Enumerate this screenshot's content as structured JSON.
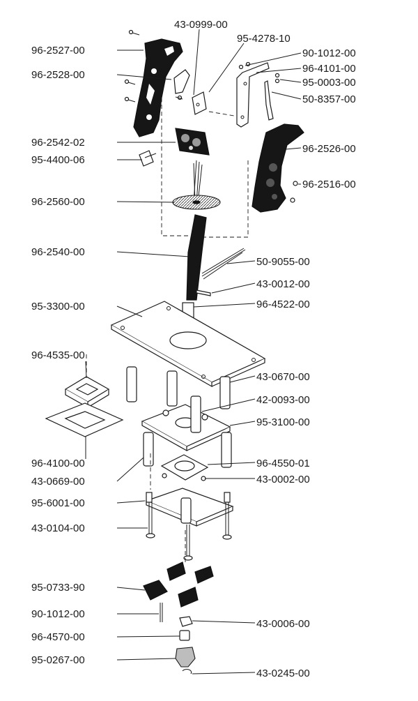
{
  "parts": [
    {
      "id": "p1",
      "label": "43-0999-00"
    },
    {
      "id": "p2",
      "label": "95-4278-10"
    },
    {
      "id": "p3",
      "label": "96-2527-00"
    },
    {
      "id": "p4",
      "label": "90-1012-00"
    },
    {
      "id": "p5",
      "label": "96-4101-00"
    },
    {
      "id": "p6",
      "label": "96-2528-00"
    },
    {
      "id": "p7",
      "label": "95-0003-00"
    },
    {
      "id": "p8",
      "label": "50-8357-00"
    },
    {
      "id": "p9",
      "label": "96-2542-02"
    },
    {
      "id": "p10",
      "label": "96-2526-00"
    },
    {
      "id": "p11",
      "label": "95-4400-06"
    },
    {
      "id": "p12",
      "label": "96-2516-00"
    },
    {
      "id": "p13",
      "label": "96-2560-00"
    },
    {
      "id": "p14",
      "label": "96-2540-00"
    },
    {
      "id": "p15",
      "label": "50-9055-00"
    },
    {
      "id": "p16",
      "label": "43-0012-00"
    },
    {
      "id": "p17",
      "label": "95-3300-00"
    },
    {
      "id": "p18",
      "label": "96-4522-00"
    },
    {
      "id": "p19",
      "label": "96-4535-00"
    },
    {
      "id": "p20",
      "label": "43-0670-00"
    },
    {
      "id": "p21",
      "label": "42-0093-00"
    },
    {
      "id": "p22",
      "label": "95-3100-00"
    },
    {
      "id": "p23",
      "label": "96-4100-00"
    },
    {
      "id": "p24",
      "label": "96-4550-01"
    },
    {
      "id": "p25",
      "label": "43-0669-00"
    },
    {
      "id": "p26",
      "label": "43-0002-00"
    },
    {
      "id": "p27",
      "label": "95-6001-00"
    },
    {
      "id": "p28",
      "label": "43-0104-00"
    },
    {
      "id": "p29",
      "label": "95-0733-90"
    },
    {
      "id": "p30",
      "label": "90-1012-00"
    },
    {
      "id": "p31",
      "label": "43-0006-00"
    },
    {
      "id": "p32",
      "label": "96-4570-00"
    },
    {
      "id": "p33",
      "label": "95-0267-00"
    },
    {
      "id": "p34",
      "label": "43-0245-00"
    }
  ]
}
